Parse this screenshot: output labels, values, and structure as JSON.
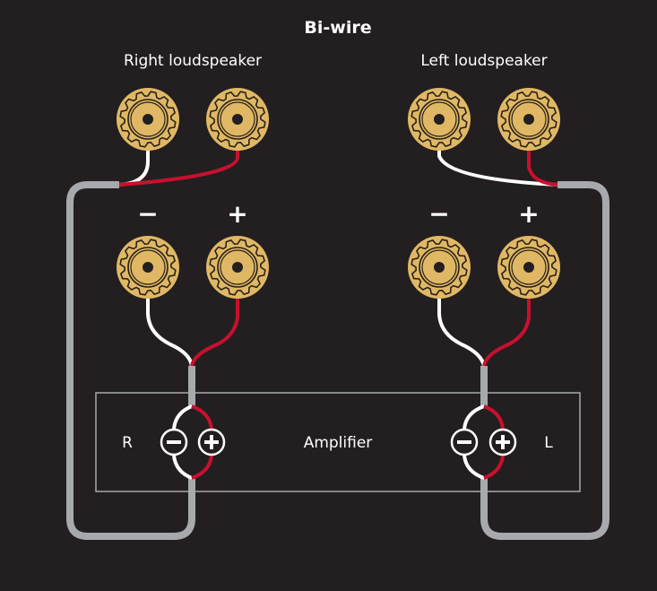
{
  "diagram": {
    "title": "Bi-wire",
    "speakers": [
      {
        "id": "right",
        "label": "Right loudspeaker"
      },
      {
        "id": "left",
        "label": "Left loudspeaker"
      }
    ],
    "polarity_labels": {
      "negative": "−",
      "positive": "+"
    },
    "amplifier": {
      "label": "Amplifier",
      "channels": [
        {
          "id": "R",
          "label": "R"
        },
        {
          "id": "L",
          "label": "L"
        }
      ]
    },
    "colors": {
      "background": "#231f20",
      "terminal_gold": "#e0b865",
      "terminal_dark": "#2a2218",
      "positive_wire": "#c8102e",
      "negative_wire": "#ffffff",
      "cable_sheath": "#a7a9ac",
      "amp_outline": "#a7a9ac"
    }
  }
}
